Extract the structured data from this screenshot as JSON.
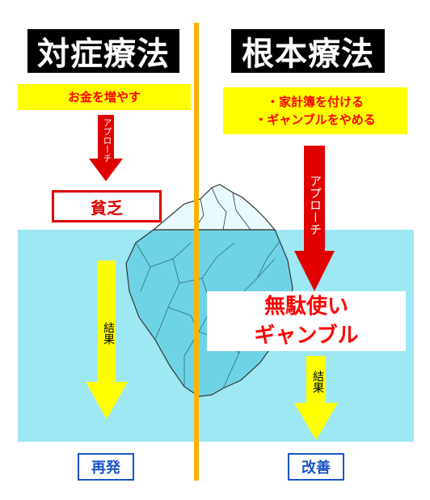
{
  "left": {
    "title": "対症療法",
    "action": "お金を増やす",
    "approach_label": "アプローチ",
    "problem": "貧乏",
    "result_label": "結果",
    "outcome": "再発"
  },
  "right": {
    "title": "根本療法",
    "actions": [
      "・家計簿を付ける",
      "・ギャンブルをやめる"
    ],
    "approach_label": "アプローチ",
    "causes": [
      "無駄使い",
      "ギャンブル"
    ],
    "result_label": "結果",
    "outcome": "改善"
  },
  "colors": {
    "water": "#9ee8f4",
    "divider": "#ffb300",
    "yellow": "#ffff00",
    "red": "#e00000",
    "blue": "#1a55c8"
  }
}
